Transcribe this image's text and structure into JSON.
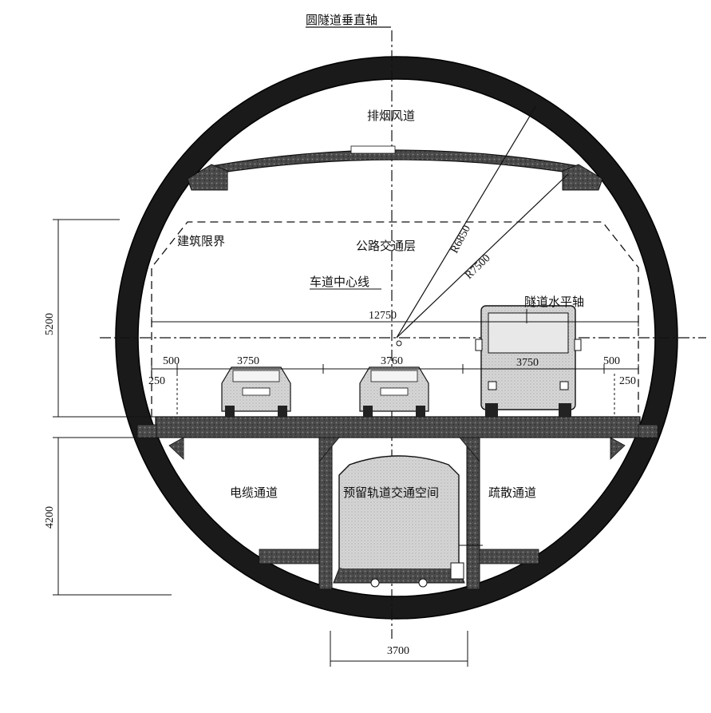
{
  "labels": {
    "vertical_axis": "圆隧道垂直轴",
    "smoke_duct": "排烟风道",
    "clearance": "建筑限界",
    "road_layer": "公路交通层",
    "lane_centerline": "车道中心线",
    "horizontal_axis": "隧道水平轴",
    "cable_channel": "电缆通道",
    "rail_space": "预留轨道交通空间",
    "evacuation_channel": "疏散通道"
  },
  "dimensions": {
    "inner_radius": "R6850",
    "outer_radius": "R7500",
    "total_width": "12750",
    "left_margin": "500",
    "right_margin": "500",
    "left_curb": "250",
    "right_curb": "250",
    "lane_1": "3750",
    "lane_2": "3760",
    "lane_3": "3750",
    "upper_height": "5200",
    "lower_height": "4200",
    "rail_width": "3700"
  },
  "colors": {
    "ink": "#111111",
    "lining": "#1a1a1a",
    "slab": "#3a3a3a",
    "vehicle_fill": "#cfcfcf"
  }
}
